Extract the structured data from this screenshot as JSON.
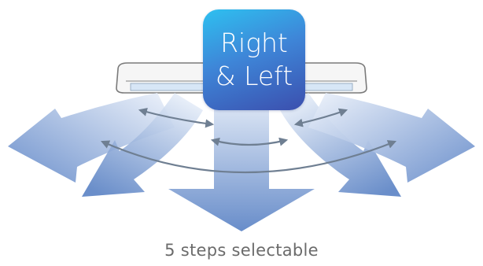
{
  "badge": {
    "line1": "Right",
    "line2": "& Left"
  },
  "caption": "5 steps selectable",
  "colors": {
    "badge_gradient_start": "#2ec0f0",
    "badge_gradient_end": "#3b4fae",
    "airflow_light": "#e6eefa",
    "airflow_dark": "#5f86c6",
    "swing_arrows": "#6f7f92",
    "unit_outline": "#7a7a7a",
    "caption_text": "#6b6b6b"
  },
  "icons": {
    "unit": "ceiling-cassette-unit",
    "airflow": "airflow-arrow",
    "swing": "double-headed-swing-arrow"
  },
  "airflow_directions": 5
}
